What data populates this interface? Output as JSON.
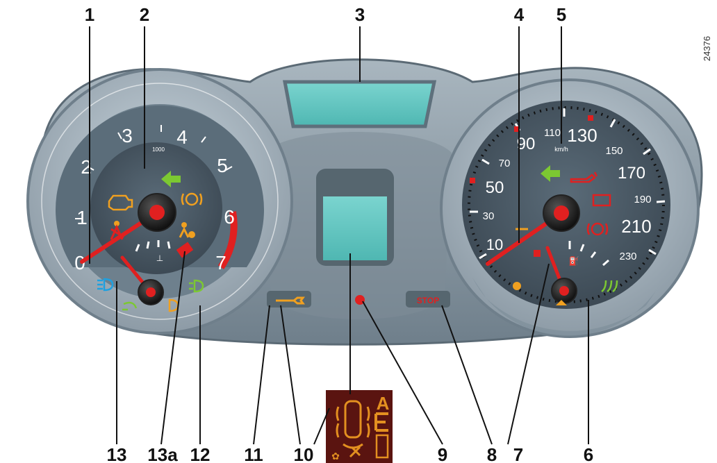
{
  "callouts": {
    "c1": "1",
    "c2": "2",
    "c3": "3",
    "c4": "4",
    "c5": "5",
    "c6": "6",
    "c7": "7",
    "c8": "8",
    "c9": "9",
    "c10": "10",
    "c11": "11",
    "c12": "12",
    "c13": "13",
    "c13a": "13a"
  },
  "reference_number": "24376",
  "tachometer": {
    "numerals": [
      "1",
      "2",
      "3",
      "4",
      "5",
      "6",
      "7"
    ],
    "unit": "1000",
    "zero": "0"
  },
  "speedometer": {
    "numerals": [
      "10",
      "30",
      "50",
      "70",
      "90",
      "110",
      "130",
      "150",
      "170",
      "190",
      "210",
      "230"
    ],
    "unit": "km/h"
  },
  "stop_label": "STOP",
  "lower_panel": {
    "letter": "A"
  },
  "colors": {
    "dashboard": "#8a9aa6",
    "dial_face": "#4b5a66",
    "needle": "#e02020",
    "screen": "#5fc7c2",
    "warning_orange": "#f0a020",
    "warning_red": "#e02020",
    "indicator_green": "#7cc832",
    "panel_bg": "#5a1410",
    "panel_symbol": "#e39020"
  }
}
